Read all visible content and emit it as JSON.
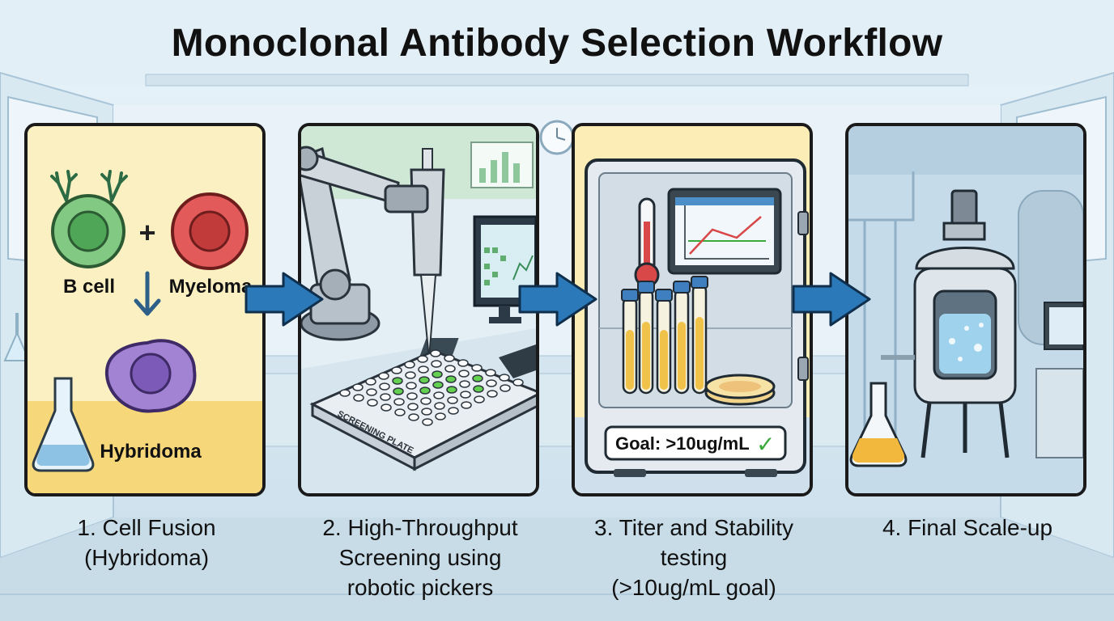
{
  "title": "Monoclonal Antibody Selection Workflow",
  "steps": [
    {
      "caption": "1. Cell Fusion\n(Hybridoma)",
      "labels": {
        "cell_a": "B cell",
        "cell_b": "Myeloma",
        "product": "Hybridoma",
        "plus": "+"
      }
    },
    {
      "caption": "2. High-Throughput\nScreening using\nrobotic pickers",
      "labels": {
        "plate": "SCREENING PLATE"
      }
    },
    {
      "caption": "3. Titer and Stability\ntesting\n(>10ug/mL goal)",
      "labels": {
        "goal": "Goal: >10ug/mL",
        "check": "✓"
      }
    },
    {
      "caption": "4. Final Scale-up",
      "labels": {}
    }
  ],
  "colors": {
    "panel1_bg": "#fbf0c2",
    "panel2_bg": "#e6f1f6",
    "panel3_bg": "#fcedb6",
    "panel4_bg": "#c6dbe9",
    "arrow": "#2b79b8",
    "b_cell": "#79c77a",
    "myeloma": "#e25a5a",
    "hybridoma": "#9a79cc",
    "well_hit": "#63d04f",
    "check": "#3aa83a"
  },
  "icons": [
    "antibody-icon",
    "flask-icon",
    "robot-arm-icon",
    "pipette-icon",
    "monitor-icon",
    "thermometer-icon",
    "test-tube-icon",
    "petri-dish-icon",
    "bioreactor-icon",
    "checkmark-icon",
    "right-arrow-icon"
  ]
}
